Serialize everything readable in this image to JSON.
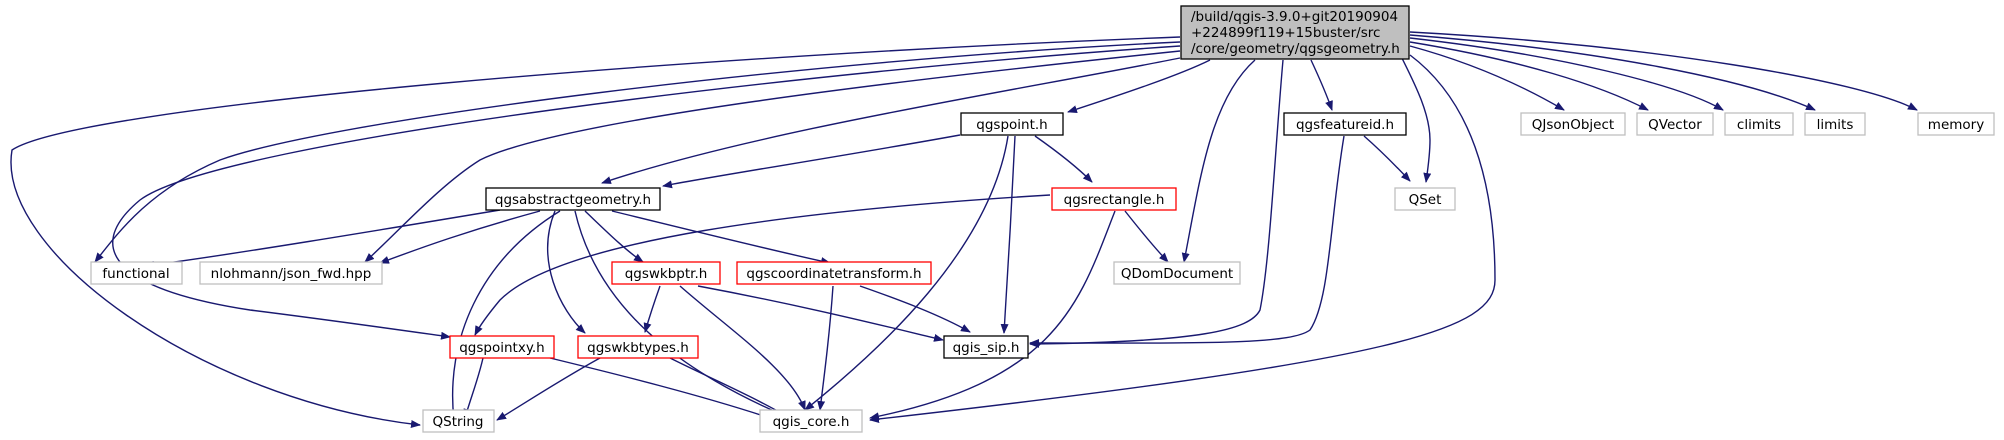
{
  "colors": {
    "edge": "#191970",
    "border_plain": "#000000",
    "border_red": "#ff0000",
    "border_grey": "#bfbfbf",
    "root_fill": "#bfbfbf",
    "fill": "#ffffff"
  },
  "nodes": {
    "root": {
      "lines": [
        "/build/qgis-3.9.0+git20190904",
        "+224899f119+15buster/src",
        "/core/geometry/qgsgeometry.h"
      ]
    },
    "qgspoint": {
      "label": "qgspoint.h"
    },
    "qgsfeatureid": {
      "label": "qgsfeatureid.h"
    },
    "qjsonobject": {
      "label": "QJsonObject"
    },
    "qvector": {
      "label": "QVector"
    },
    "climits": {
      "label": "climits"
    },
    "limits": {
      "label": "limits"
    },
    "memory": {
      "label": "memory"
    },
    "qgsabstractgeometry": {
      "label": "qgsabstractgeometry.h"
    },
    "qgsrectangle": {
      "label": "qgsrectangle.h"
    },
    "qset": {
      "label": "QSet"
    },
    "functional": {
      "label": "functional"
    },
    "json_fwd": {
      "label": "nlohmann/json_fwd.hpp"
    },
    "qgswkbptr": {
      "label": "qgswkbptr.h"
    },
    "qgscoordinatetransform": {
      "label": "qgscoordinatetransform.h"
    },
    "qdomdocument": {
      "label": "QDomDocument"
    },
    "qgspointxy": {
      "label": "qgspointxy.h"
    },
    "qgswkbtypes": {
      "label": "qgswkbtypes.h"
    },
    "qgis_sip": {
      "label": "qgis_sip.h"
    },
    "qstring": {
      "label": "QString"
    },
    "qgis_core": {
      "label": "qgis_core.h"
    }
  }
}
